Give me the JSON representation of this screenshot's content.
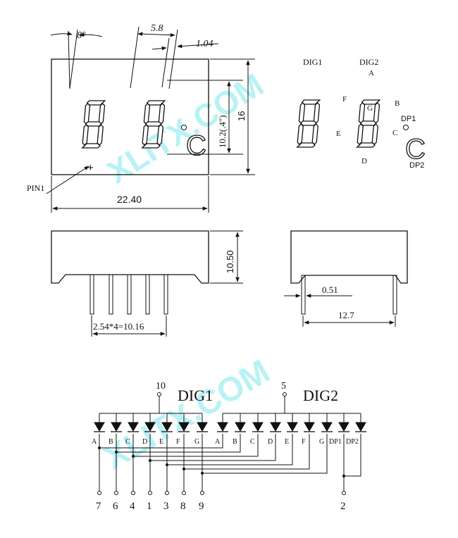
{
  "watermark": "XLITX.COM",
  "front_view": {
    "angle_label": "8°",
    "pitch_label": "5.8",
    "seg_width_label": "1.04",
    "digit_height_label": "10.2(.4\")",
    "height_label": "16",
    "width_label": "22.40",
    "pin1_label": "PIN1",
    "pin1_marker": "+",
    "degree_symbol": "°C"
  },
  "segment_legend": {
    "dig1": "DIG1",
    "dig2": "DIG2",
    "seg_a": "A",
    "seg_b": "B",
    "seg_c": "C",
    "seg_d": "D",
    "seg_e": "E",
    "seg_f": "F",
    "seg_g": "G",
    "dp1": "DP1",
    "dp2": "DP2"
  },
  "bottom_view": {
    "depth_label": "10.50",
    "pin_pitch_label": "2.54*4=10.16"
  },
  "side_view": {
    "pin_width_label": "0.51",
    "row_spacing_label": "12.7"
  },
  "schematic": {
    "dig1_pin": "10",
    "dig1_label": "DIG1",
    "dig2_pin": "5",
    "dig2_label": "DIG2",
    "dig1_segments": [
      "A",
      "B",
      "C",
      "D",
      "E",
      "F",
      "G"
    ],
    "dig2_segments": [
      "A",
      "B",
      "C",
      "D",
      "E",
      "F",
      "G",
      "DP1",
      "DP2"
    ],
    "pins": [
      "7",
      "6",
      "4",
      "1",
      "3",
      "8",
      "9"
    ],
    "dp_pin": "2"
  }
}
